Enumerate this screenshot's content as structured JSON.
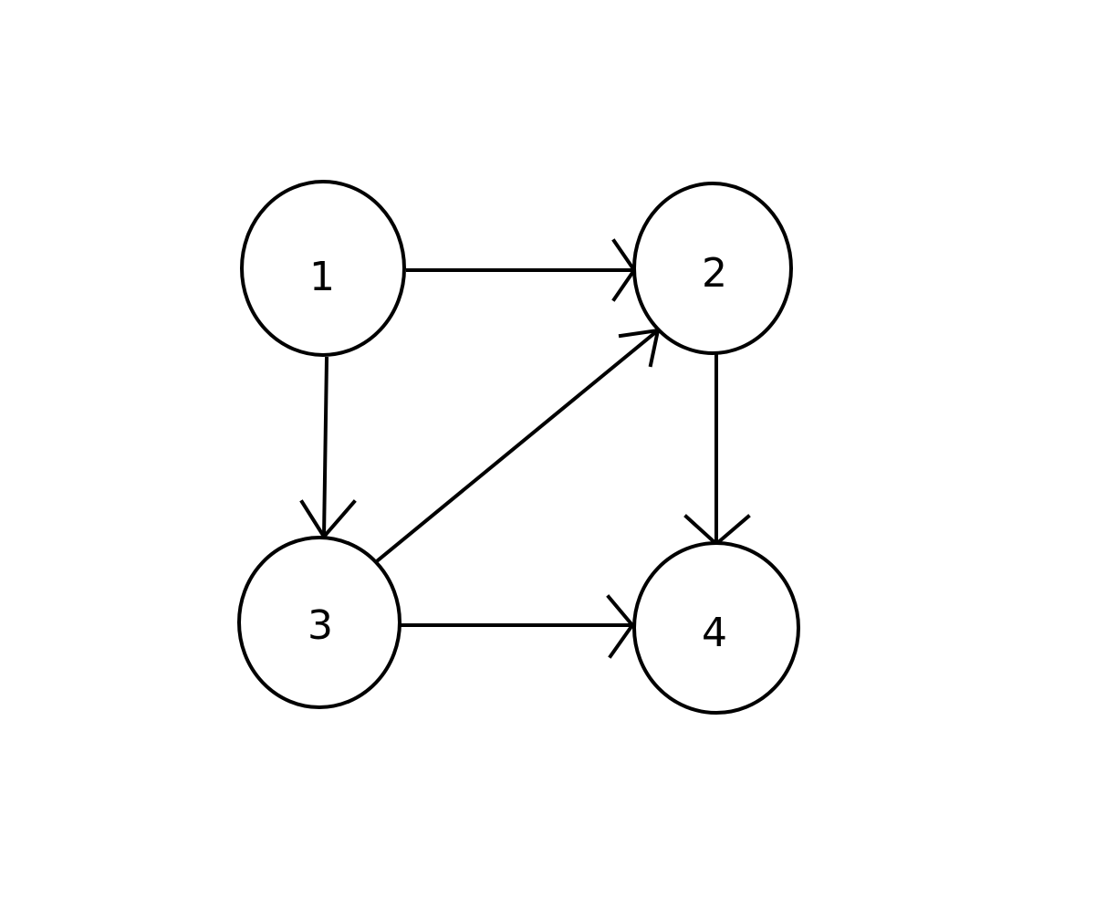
{
  "diagram": {
    "type": "directed-graph",
    "stroke_color": "#000000",
    "background_color": "#ffffff",
    "nodes": [
      {
        "id": "n1",
        "label": "1"
      },
      {
        "id": "n2",
        "label": "2"
      },
      {
        "id": "n3",
        "label": "3"
      },
      {
        "id": "n4",
        "label": "4"
      }
    ],
    "edges": [
      {
        "from": "1",
        "to": "2"
      },
      {
        "from": "1",
        "to": "3"
      },
      {
        "from": "3",
        "to": "2"
      },
      {
        "from": "2",
        "to": "4"
      },
      {
        "from": "3",
        "to": "4"
      }
    ]
  }
}
